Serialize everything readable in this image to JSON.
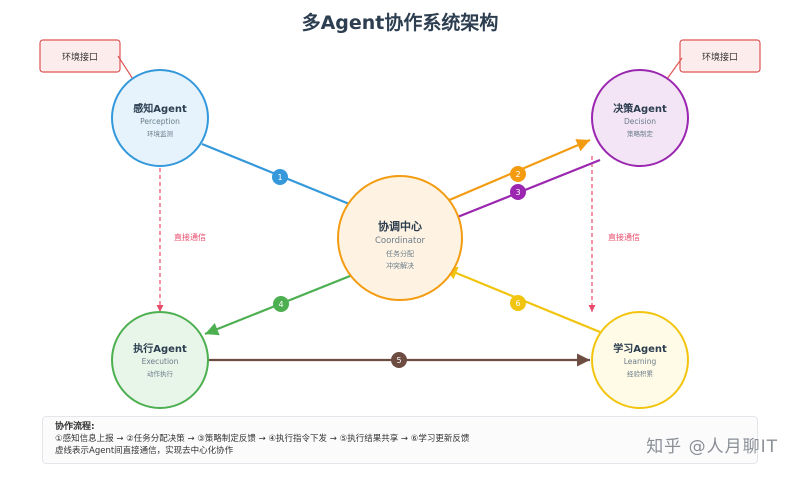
{
  "title": "多Agent协作系统架构",
  "env_interface_label": "环境接口",
  "direct_comm_label": "直接通信",
  "nodes": {
    "perception": {
      "name": "感知Agent",
      "en": "Perception",
      "sub": "环境监测"
    },
    "decision": {
      "name": "决策Agent",
      "en": "Decision",
      "sub": "策略制定"
    },
    "coordinator": {
      "name": "协调中心",
      "en": "Coordinator",
      "sub1": "任务分配",
      "sub2": "冲突解决"
    },
    "execution": {
      "name": "执行Agent",
      "en": "Execution",
      "sub": "动作执行"
    },
    "learning": {
      "name": "学习Agent",
      "en": "Learning",
      "sub": "经验积累"
    }
  },
  "steps": [
    "1",
    "2",
    "3",
    "4",
    "5",
    "6"
  ],
  "legend": {
    "title": "协作流程:",
    "line1": "①感知信息上报 → ②任务分配决策 → ③策略制定反馈 → ④执行指令下发 → ⑤执行结果共享 → ⑥学习更新反馈",
    "line2": "虚线表示Agent间直接通信，实现去中心化协作"
  },
  "colors": {
    "perception": "#3498db",
    "decision": "#9b27b0",
    "coordinator": "#f39c12",
    "execution": "#4caf50",
    "learning": "#f1c40f",
    "step5": "#6d4c41",
    "dashed": "#e74c6c"
  },
  "watermark": "知乎 @人月聊IT"
}
